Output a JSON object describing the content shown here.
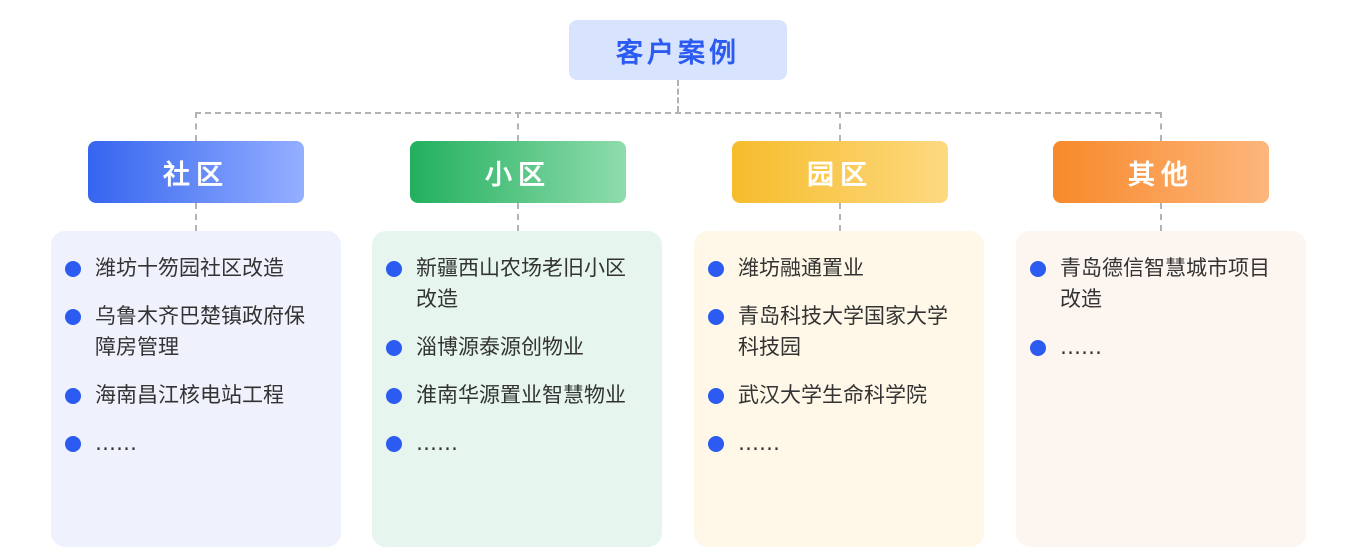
{
  "root": {
    "label": "客户案例"
  },
  "categories": [
    {
      "label": "社区",
      "items": [
        "潍坊十笏园社区改造",
        "乌鲁木齐巴楚镇政府保障房管理",
        "海南昌江核电站工程",
        "……"
      ]
    },
    {
      "label": "小区",
      "items": [
        "新疆西山农场老旧小区改造",
        "淄博源泰源创物业",
        "淮南华源置业智慧物业",
        "……"
      ]
    },
    {
      "label": "园区",
      "items": [
        "潍坊融通置业",
        "青岛科技大学国家大学科技园",
        "武汉大学生命科学院",
        "……"
      ]
    },
    {
      "label": "其他",
      "items": [
        "青岛德信智慧城市项目改造",
        "……"
      ]
    }
  ],
  "colors": {
    "root_text": "#2b5bf0",
    "root_bg": "#d8e3fd",
    "bullet": "#2b5bf0",
    "connector": "#b3b3b3"
  }
}
